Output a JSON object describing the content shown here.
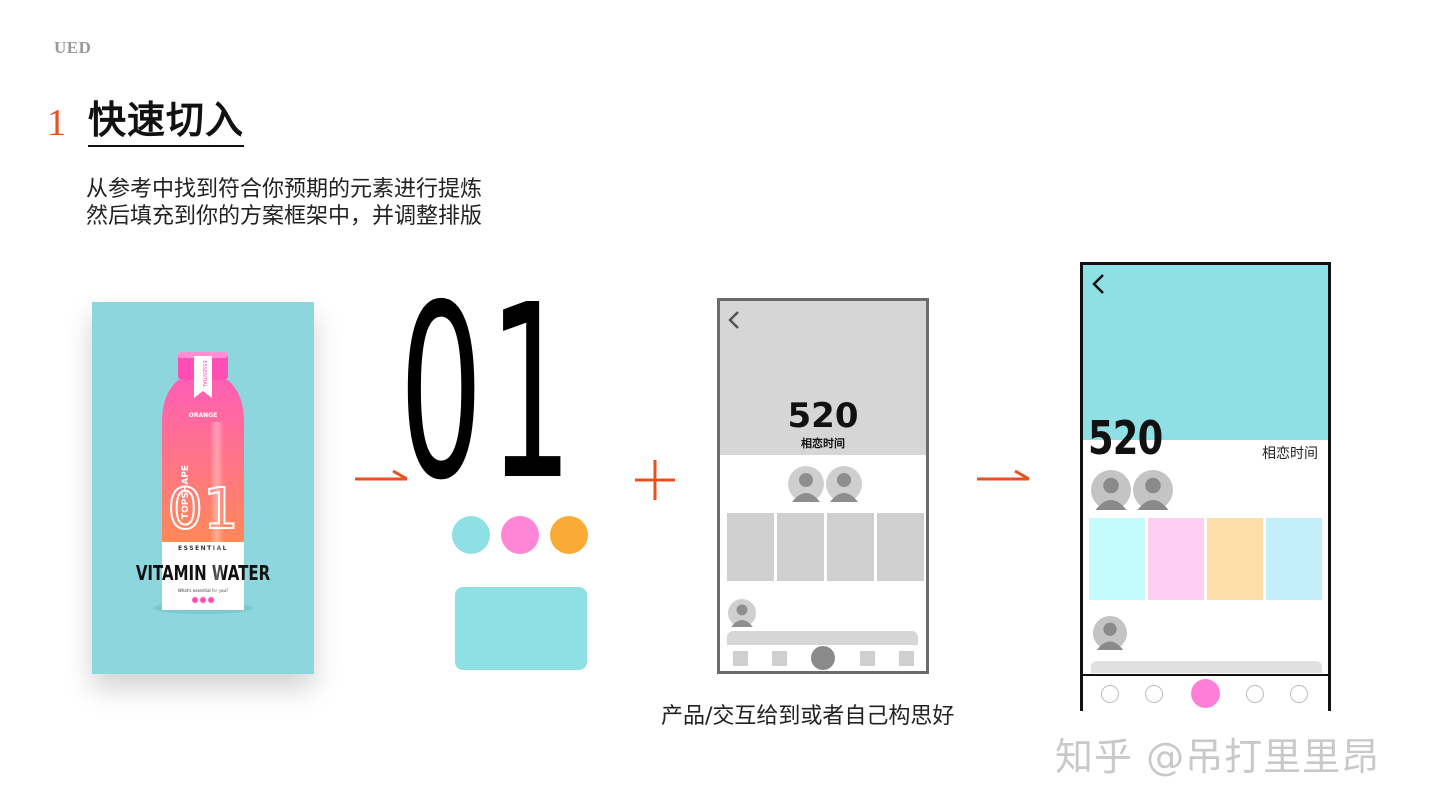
{
  "brand": "UED",
  "section": {
    "number": "1",
    "title": "快速切入",
    "description": [
      "从参考中找到符合你预期的元素进行提炼",
      "然后填充到你的方案框架中，并调整排版"
    ]
  },
  "reference_photo": {
    "subject": "vitamin water bottle",
    "bottle_label_brand": "TOPSHAPE",
    "bottle_label_number": "01",
    "bottle_label_flavor": "ORANGE",
    "bottle_label_ribbon": "ESSENTIAL",
    "bottle_label_line": "ESSENTIAL",
    "bottle_label_name": "VITAMIN WATER",
    "bottle_label_tagline": "What's essential for you?",
    "background_color": "#8ed6dd"
  },
  "extracted": {
    "big_number": "01",
    "swatches": [
      "#8ee0e4",
      "#ff86d6",
      "#f9ab35"
    ],
    "card_color": "#8ee0e4"
  },
  "wireframe": {
    "back_icon": "chevron-left-icon",
    "number": "520",
    "subtitle": "相恋时间",
    "caption": "产品/交互给到或者自己构思好"
  },
  "final_design": {
    "back_icon": "chevron-left-icon",
    "number": "520",
    "subtitle": "相恋时间",
    "header_color": "#8ee0e4",
    "card_colors": [
      "#c4fbfb",
      "#ffcef0",
      "#fddea8",
      "#c4eefa"
    ],
    "accent_color": "#ff7fd6"
  },
  "colors": {
    "accent_orange": "#e8511f"
  },
  "watermark": "知乎 @吊打里里昂"
}
